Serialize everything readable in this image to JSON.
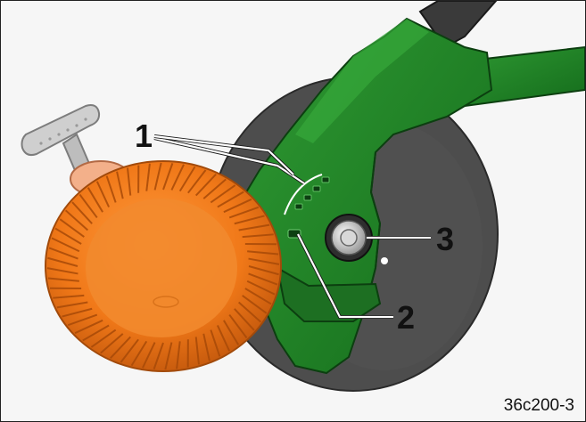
{
  "figure": {
    "reference": "36c200-3",
    "callouts": [
      {
        "number": "1"
      },
      {
        "number": "2"
      },
      {
        "number": "3"
      }
    ]
  },
  "colors": {
    "frame_green": "#1f7a22",
    "frame_green_dark": "#10531a",
    "disc": "#4d4d4d",
    "tyre": "#f07818",
    "tyre_dark": "#c0560c",
    "handle": "#c9c9c9",
    "hub": "#e7e7e7"
  }
}
